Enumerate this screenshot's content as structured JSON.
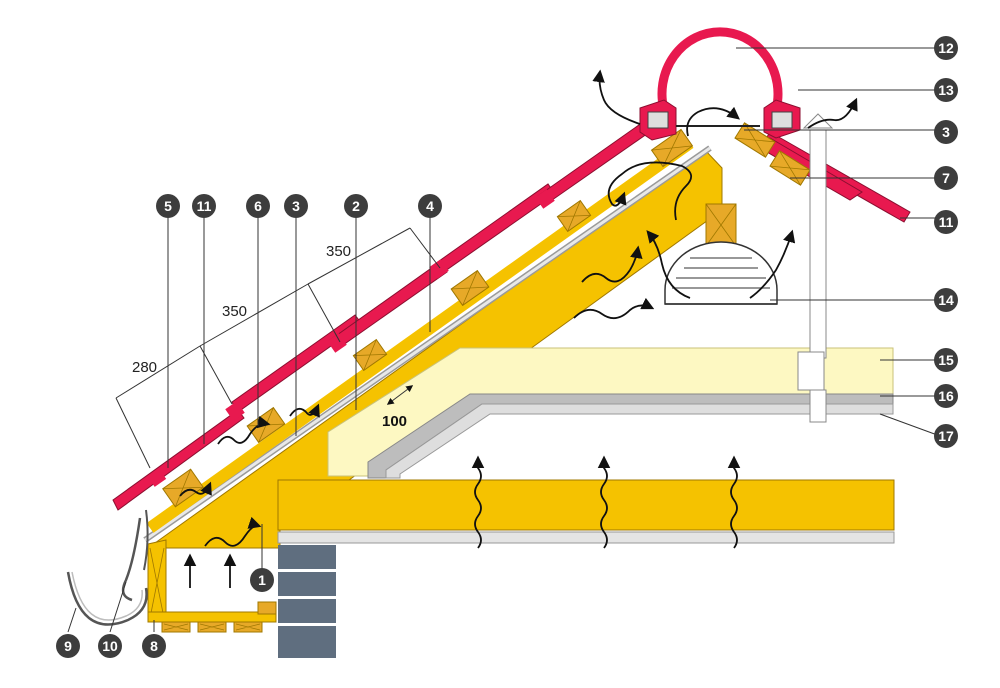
{
  "colors": {
    "tile": "#e8194f",
    "tile_edge": "#8b0f30",
    "timber": "#f5c200",
    "timber_edge": "#a07800",
    "batten": "#e7a928",
    "insulation": "#fdf8c2",
    "membrane": "#cfcfcf",
    "brick": "#5f6e7f",
    "badge": "#3d3d3d",
    "line": "#333333"
  },
  "dimensions": [
    {
      "id": "d280",
      "text": "280"
    },
    {
      "id": "d350a",
      "text": "350"
    },
    {
      "id": "d350b",
      "text": "350"
    },
    {
      "id": "d100",
      "text": "100"
    }
  ],
  "callouts": [
    {
      "id": "c5",
      "label": "5"
    },
    {
      "id": "c11a",
      "label": "11"
    },
    {
      "id": "c6",
      "label": "6"
    },
    {
      "id": "c3a",
      "label": "3"
    },
    {
      "id": "c2",
      "label": "2"
    },
    {
      "id": "c4",
      "label": "4"
    },
    {
      "id": "c12",
      "label": "12"
    },
    {
      "id": "c13",
      "label": "13"
    },
    {
      "id": "c3b",
      "label": "3"
    },
    {
      "id": "c7",
      "label": "7"
    },
    {
      "id": "c11b",
      "label": "11"
    },
    {
      "id": "c14",
      "label": "14"
    },
    {
      "id": "c15",
      "label": "15"
    },
    {
      "id": "c16",
      "label": "16"
    },
    {
      "id": "c17",
      "label": "17"
    },
    {
      "id": "c1",
      "label": "1"
    },
    {
      "id": "c9",
      "label": "9"
    },
    {
      "id": "c10",
      "label": "10"
    },
    {
      "id": "c8",
      "label": "8"
    }
  ]
}
